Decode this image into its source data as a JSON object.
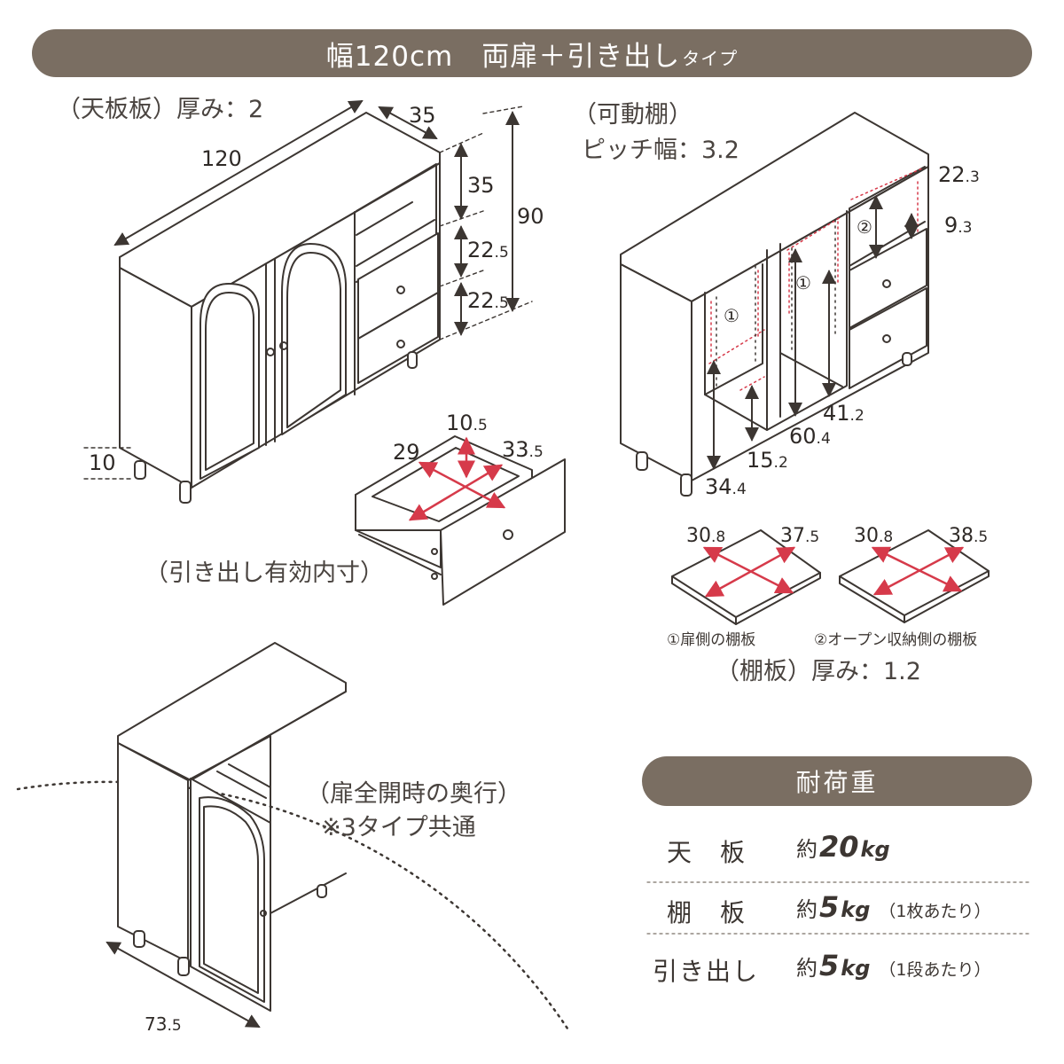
{
  "header": {
    "title": "幅120cm　両扉＋引き出し",
    "title_suffix": "タイプ"
  },
  "captions": {
    "top_board": "（天板板）厚み：2",
    "movable_shelf": "（可動棚）",
    "pitch": "ピッチ幅：3.2",
    "drawer_inner": "（引き出し有効内寸）",
    "shelf_board": "（棚板）厚み：1.2",
    "door_depth_1": "（扉全開時の奥行）",
    "door_depth_2": "※3タイプ共通"
  },
  "cabinet_dims": {
    "width": "120",
    "depth": "35",
    "height": "90",
    "open_section": "35",
    "drawer1": "22",
    "drawer1_dec": ".5",
    "drawer2": "22",
    "drawer2_dec": ".5",
    "leg": "10"
  },
  "shelf_dims": {
    "top_gap": "22",
    "top_gap_dec": ".3",
    "small_gap": "9",
    "small_gap_dec": ".3",
    "h1": "41",
    "h1_dec": ".2",
    "h2": "60",
    "h2_dec": ".4",
    "h3": "15",
    "h3_dec": ".2",
    "h4": "34",
    "h4_dec": ".4",
    "marker1": "①",
    "marker2": "②"
  },
  "drawer_dims": {
    "height": "10",
    "height_dec": ".5",
    "width": "29",
    "depth": "33",
    "depth_dec": ".5"
  },
  "shelf_boards": [
    {
      "w": "30",
      "w_dec": ".8",
      "d": "37",
      "d_dec": ".5",
      "label": "①扉側の棚板"
    },
    {
      "w": "30",
      "w_dec": ".8",
      "d": "38",
      "d_dec": ".5",
      "label": "②オープン収納側の棚板"
    }
  ],
  "open_depth": {
    "value": "73",
    "value_dec": ".5"
  },
  "load": {
    "title": "耐荷重",
    "rows": [
      {
        "label": "天　板",
        "prefix": "約",
        "value": "20",
        "unit": "kg",
        "note": ""
      },
      {
        "label": "棚　板",
        "prefix": "約",
        "value": "5",
        "unit": "kg",
        "note": "（1枚あたり）"
      },
      {
        "label": "引き出し",
        "prefix": "約",
        "value": "5",
        "unit": "kg",
        "note": "（1段あたり）"
      }
    ]
  },
  "colors": {
    "banner": "#7a6e62",
    "line": "#3c3632",
    "arrow_red": "#d63a4a",
    "shelf_dots": "#d63a4a"
  }
}
